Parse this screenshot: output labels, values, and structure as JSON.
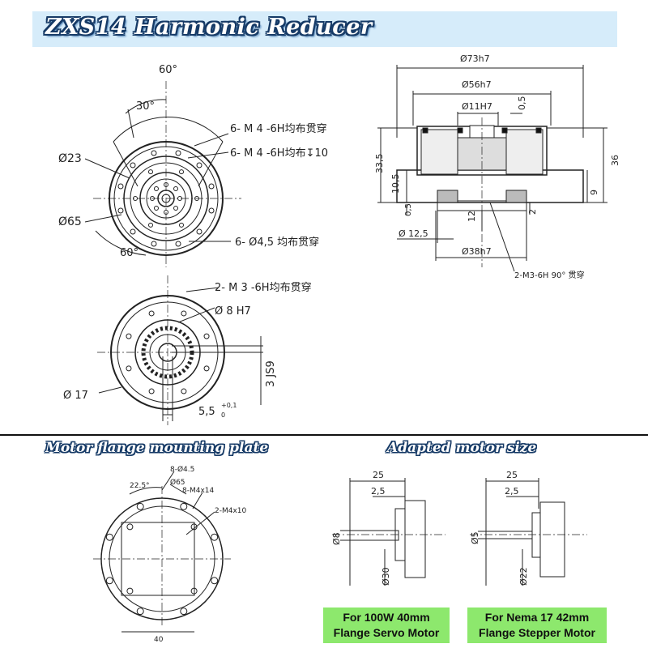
{
  "title": "ZXS14 Harmonic Reducer",
  "front_view": {
    "angle_60_top": "60°",
    "angle_30": "30°",
    "angle_60_bottom": "60°",
    "dia_23": "Ø23",
    "dia_65": "Ø65",
    "note_m4_through": "6- M 4 -6H均布贯穿",
    "note_m4_depth": "6- M 4 -6H均布↧10",
    "note_d45": "6- Ø4,5 均布贯穿"
  },
  "section_view": {
    "d73": "Ø73h7",
    "d56": "Ø56h7",
    "d11": "Ø11H7",
    "dim_0_5_top": "0,5",
    "dim_33_5": "33,5",
    "dim_36": "36",
    "dim_10_5": "10,5",
    "dim_9": "9",
    "dim_0_5_left": "0,5",
    "dim_12": "12",
    "dim_2": "2",
    "d12_5": "Ø 12,5",
    "d38": "Ø38h7",
    "note_m3": "2-M3-6H 90° 贯穿"
  },
  "rear_view": {
    "note_m3": "2- M 3 -6H均布贯穿",
    "d8": "Ø 8 H7",
    "d17": "Ø 17",
    "js9": "3 JS9",
    "dim_5_5": "5,5",
    "tol_upper": "+0,1",
    "tol_lower": "0"
  },
  "motor_flange": {
    "title": "Motor flange mounting plate",
    "angle": "22.5°",
    "holes_d45": "8-Ø4.5",
    "d65": "Ø65",
    "m4x14": "8-M4x14",
    "m4x10": "2-M4x10",
    "dim_40": "40"
  },
  "adapted_motor": {
    "title": "Adapted motor size",
    "servo": {
      "dim_25": "25",
      "dim_2_5": "2,5",
      "shaft": "Ø8",
      "boss": "Ø30",
      "label_line1": "For 100W 40mm",
      "label_line2": "Flange Servo Motor"
    },
    "stepper": {
      "dim_25": "25",
      "dim_2_5": "2,5",
      "shaft": "Ø5",
      "boss": "Ø22",
      "label_line1": "For Nema 17 42mm",
      "label_line2": "Flange Stepper Motor"
    }
  },
  "colors": {
    "banner_bg": "#d6ecfa",
    "title_outline": "#163a66",
    "label_green": "#8de86d"
  }
}
